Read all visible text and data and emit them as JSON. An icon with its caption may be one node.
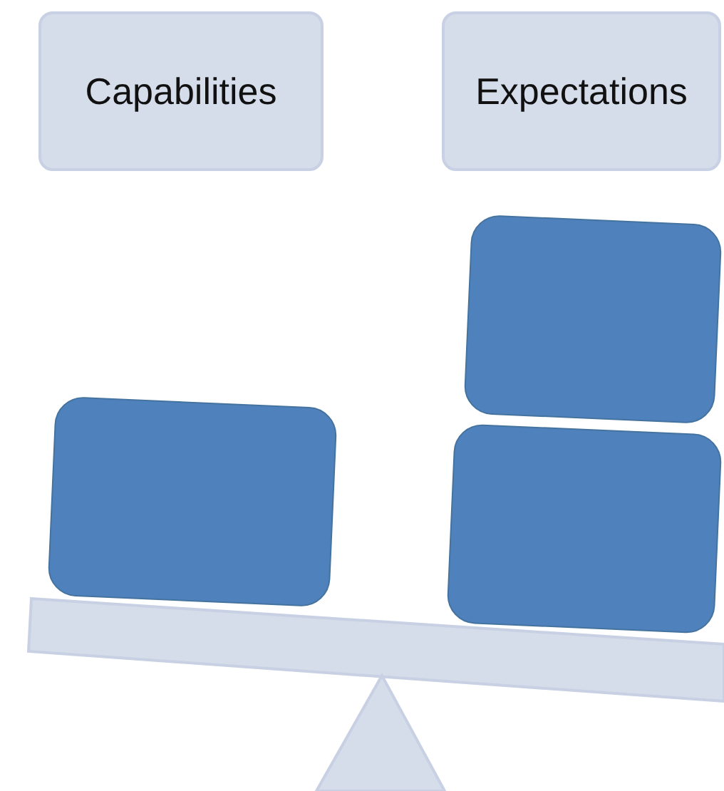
{
  "diagram": {
    "nodes": [
      {
        "text": [
          "Capabilities"
        ]
      },
      {
        "text": [
          "Expectations"
        ]
      },
      {
        "text": [],
        "shape": "box"
      },
      {
        "text": [],
        "shape": "box"
      },
      {
        "text": [],
        "shape": "box"
      }
    ]
  }
}
